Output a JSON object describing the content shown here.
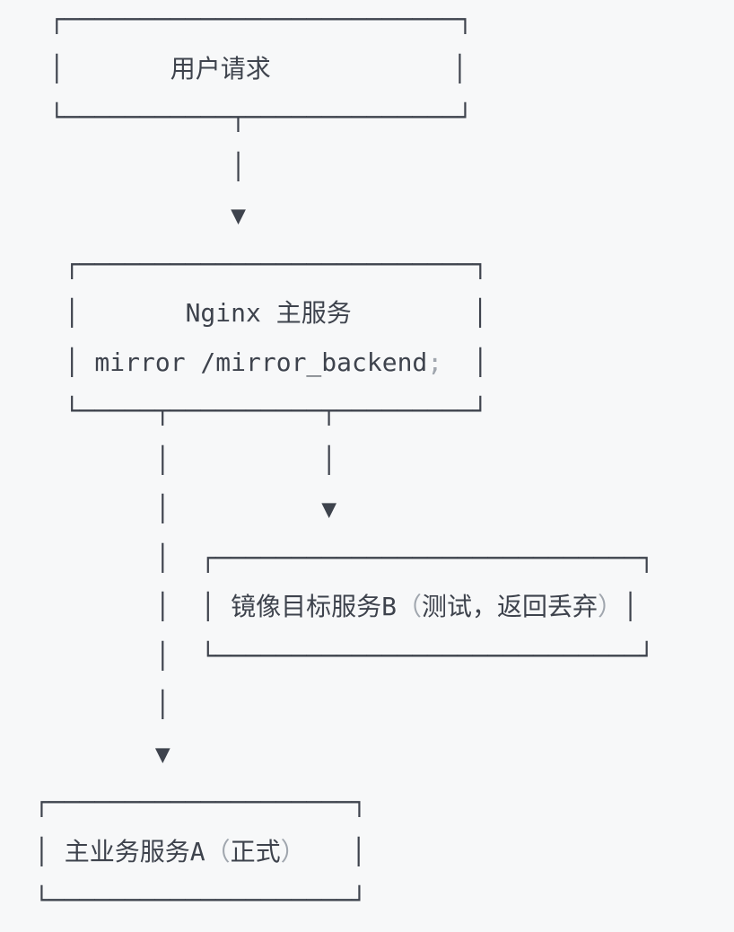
{
  "page": {
    "background": "#f7f8f9"
  },
  "diagram": {
    "ink_color": "#3e434d",
    "dim_color": "#a0a6ae",
    "node_labels": [
      "用户请求",
      "Nginx 主服务",
      "mirror /mirror_backend;",
      "镜像目标服务B（测试，返回丢弃）",
      "主业务服务A（正式）"
    ],
    "arrow_glyph": "▼",
    "lines": [
      [
        {
          "t": " ┌──────────────────────────┐",
          "s": "ink"
        }
      ],
      [
        {
          "t": " │       用户请求            │",
          "s": "ink"
        }
      ],
      [
        {
          "t": " └───────────┬──────────────┘",
          "s": "ink"
        }
      ],
      [
        {
          "t": "             │",
          "s": "ink"
        }
      ],
      [
        {
          "t": "             ▼",
          "s": "ink"
        }
      ],
      [
        {
          "t": "  ┌──────────────────────────┐",
          "s": "ink"
        }
      ],
      [
        {
          "t": "  │       Nginx 主服务        │",
          "s": "ink"
        }
      ],
      [
        {
          "t": "  │ mirror /mirror_backend",
          "s": "ink"
        },
        {
          "t": ";",
          "s": "dim"
        },
        {
          "t": "  │",
          "s": "ink"
        }
      ],
      [
        {
          "t": "  └─────┬──────────┬─────────┘",
          "s": "ink"
        }
      ],
      [
        {
          "t": "        │          │",
          "s": "ink"
        }
      ],
      [
        {
          "t": "        │          ▼",
          "s": "ink"
        }
      ],
      [
        {
          "t": "        │  ┌────────────────────────────┐",
          "s": "ink"
        }
      ],
      [
        {
          "t": "        │  │ 镜像目标服务B",
          "s": "ink"
        },
        {
          "t": "（",
          "s": "dim"
        },
        {
          "t": "测试，返回丢弃",
          "s": "ink"
        },
        {
          "t": "）",
          "s": "dim"
        },
        {
          "t": "│",
          "s": "ink"
        }
      ],
      [
        {
          "t": "        │  └────────────────────────────┘",
          "s": "ink"
        }
      ],
      [
        {
          "t": "        │",
          "s": "ink"
        }
      ],
      [
        {
          "t": "        ▼",
          "s": "ink"
        }
      ],
      [
        {
          "t": "┌────────────────────┐",
          "s": "ink"
        }
      ],
      [
        {
          "t": "│ 主业务服务A",
          "s": "ink"
        },
        {
          "t": "（",
          "s": "dim"
        },
        {
          "t": "正式",
          "s": "ink"
        },
        {
          "t": "）",
          "s": "dim"
        },
        {
          "t": "   │",
          "s": "ink"
        }
      ],
      [
        {
          "t": "└────────────────────┘",
          "s": "ink"
        }
      ]
    ]
  }
}
